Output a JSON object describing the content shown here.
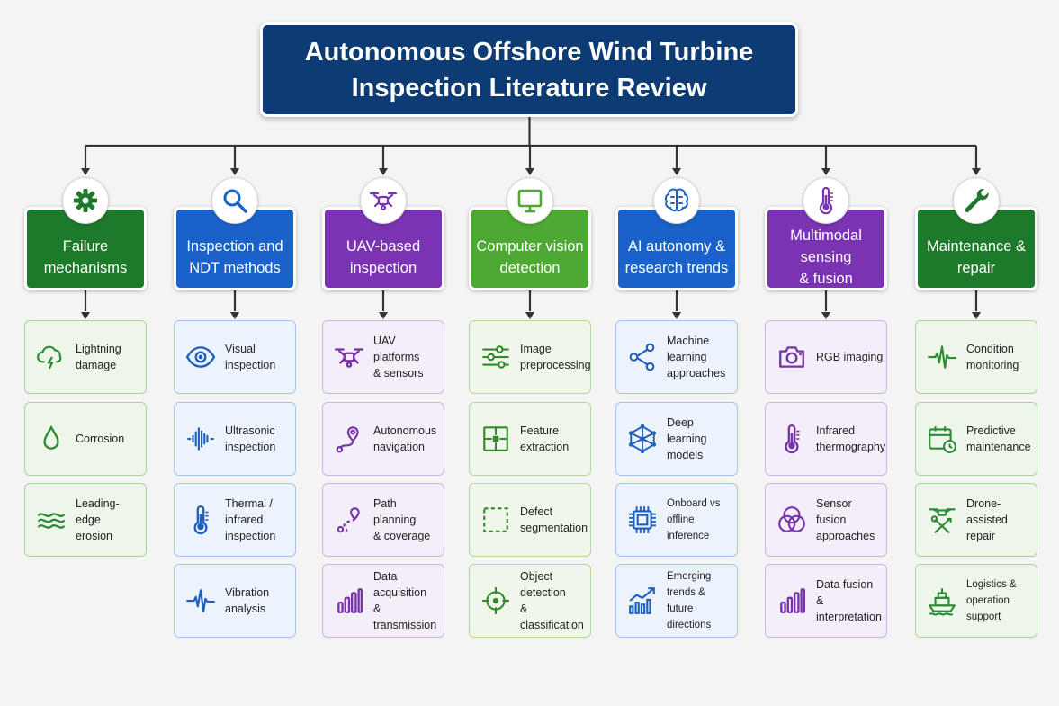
{
  "title_lines": [
    "Autonomous Offshore Wind Turbine",
    "Inspection Literature Review"
  ],
  "colors": {
    "title_bg": "#0d3b73",
    "dark_green": "#1e7a2b",
    "blue": "#1a62c9",
    "purple": "#7a34b3",
    "light_green": "#4ea834",
    "connector": "#333333"
  },
  "columns": [
    {
      "label": "Failure\nmechanisms",
      "color": "#1e7a2b",
      "icon": "gear-icon",
      "item_bg": "#eef6ea",
      "item_border": "#a9d39e",
      "item_icon_color": "#2c8a36",
      "items": [
        {
          "label": "Lightning\ndamage",
          "icon": "lightning-cloud-icon"
        },
        {
          "label": "Corrosion",
          "icon": "droplet-icon"
        },
        {
          "label": "Leading-edge\nerosion",
          "icon": "waves-icon"
        }
      ]
    },
    {
      "label": "Inspection and\nNDT methods",
      "color": "#1a62c9",
      "icon": "magnifier-icon",
      "item_bg": "#edf3fc",
      "item_border": "#a5c3ec",
      "item_icon_color": "#1d5fbf",
      "items": [
        {
          "label": "Visual\ninspection",
          "icon": "eye-icon"
        },
        {
          "label": "Ultrasonic\ninspection",
          "icon": "soundwave-icon"
        },
        {
          "label": "Thermal /\ninfrared\ninspection",
          "icon": "thermometer-icon"
        },
        {
          "label": "Vibration\nanalysis",
          "icon": "pulse-icon"
        }
      ]
    },
    {
      "label": "UAV-based\ninspection",
      "color": "#7a34b3",
      "icon": "drone-icon",
      "item_bg": "#f4eef9",
      "item_border": "#cdb3e2",
      "item_icon_color": "#7532a8",
      "items": [
        {
          "label": "UAV platforms\n& sensors",
          "icon": "drone-icon"
        },
        {
          "label": "Autonomous\nnavigation",
          "icon": "route-pin-icon"
        },
        {
          "label": "Path planning\n& coverage",
          "icon": "path-icon"
        },
        {
          "label": "Data acquisition\n& transmission",
          "icon": "bar-chart-icon"
        }
      ]
    },
    {
      "label": "Computer vision\ndetection",
      "color": "#4ea834",
      "icon": "monitor-icon",
      "item_bg": "#f0f7ea",
      "item_border": "#b2d99b",
      "item_icon_color": "#2f8a2c",
      "items": [
        {
          "label": "Image\npreprocessing",
          "icon": "sliders-icon"
        },
        {
          "label": "Feature\nextraction",
          "icon": "feature-grid-icon"
        },
        {
          "label": "Defect\nsegmentation",
          "icon": "dashed-square-icon"
        },
        {
          "label": "Object detection\n& classification",
          "icon": "crosshair-icon"
        }
      ]
    },
    {
      "label": "AI autonomy &\nresearch trends",
      "color": "#1a62c9",
      "icon": "brain-icon",
      "item_bg": "#edf3fc",
      "item_border": "#a5c3ec",
      "item_icon_color": "#1d5fbf",
      "items": [
        {
          "label": "Machine learning\napproaches",
          "icon": "share-nodes-icon"
        },
        {
          "label": "Deep learning\nmodels",
          "icon": "neural-network-icon"
        },
        {
          "label": "Onboard vs\noffline inference",
          "icon": "chip-icon"
        },
        {
          "label": "Emerging trends &\nfuture directions",
          "icon": "trend-up-icon"
        }
      ]
    },
    {
      "label": "Multimodal sensing\n& fusion",
      "color": "#7a34b3",
      "icon": "thermometer-icon",
      "item_bg": "#f4eef9",
      "item_border": "#cdb3e2",
      "item_icon_color": "#7532a8",
      "items": [
        {
          "label": "RGB imaging",
          "icon": "camera-icon"
        },
        {
          "label": "Infrared\nthermography",
          "icon": "thermometer-icon"
        },
        {
          "label": "Sensor fusion\napproaches",
          "icon": "venn-icon"
        },
        {
          "label": "Data fusion\n& interpretation",
          "icon": "bar-chart-icon"
        }
      ]
    },
    {
      "label": "Maintenance &\nrepair",
      "color": "#1e7a2b",
      "icon": "wrench-icon",
      "item_bg": "#eef6ea",
      "item_border": "#a9d39e",
      "item_icon_color": "#2c8a36",
      "items": [
        {
          "label": "Condition\nmonitoring",
          "icon": "pulse-icon"
        },
        {
          "label": "Predictive\nmaintenance",
          "icon": "calendar-clock-icon"
        },
        {
          "label": "Drone-assisted\nrepair",
          "icon": "drone-tools-icon"
        },
        {
          "label": "Logistics &\noperation support",
          "icon": "ship-icon"
        }
      ]
    }
  ]
}
